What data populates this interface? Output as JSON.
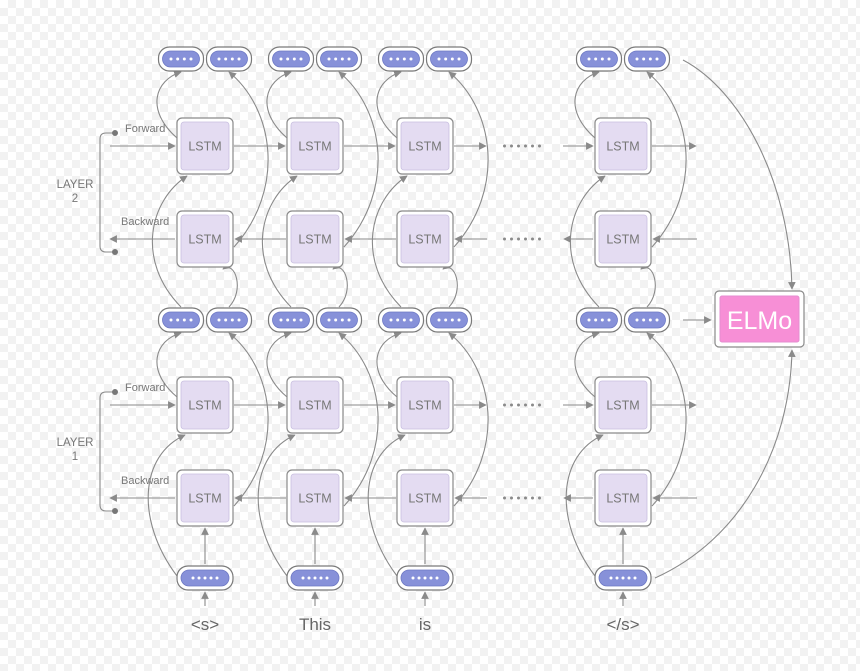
{
  "tokens": [
    "<s>",
    "This",
    "is",
    "</s>"
  ],
  "lstm_label": "LSTM",
  "layers": [
    {
      "label_line1": "LAYER",
      "label_line2": "2",
      "forward_label": "Forward",
      "backward_label": "Backward"
    },
    {
      "label_line1": "LAYER",
      "label_line2": "1",
      "forward_label": "Forward",
      "backward_label": "Backward"
    }
  ],
  "output_label": "ELMo",
  "colors": {
    "embedding_fill": "#8791d9",
    "lstm_fill": "#e4dcf2",
    "elmo_fill": "#f78fd6",
    "edge": "#8a8a8a"
  },
  "icons": [
    "vector-embedding-icon",
    "arrow-icon",
    "ellipsis-icon"
  ]
}
